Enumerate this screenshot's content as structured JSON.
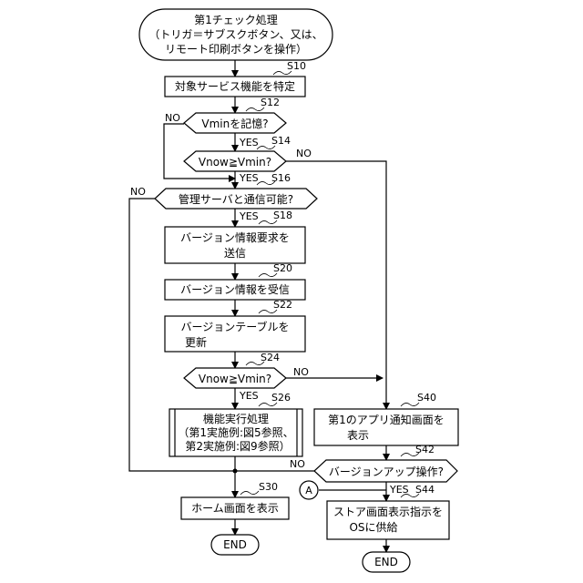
{
  "start": {
    "title": "第1チェック処理",
    "line2": "（トリガ＝サブスクボタン、又は、",
    "line3": "リモート印刷ボタンを操作）"
  },
  "steps": {
    "s10": {
      "id": "S10",
      "text": "対象サービス機能を特定"
    },
    "s12": {
      "id": "S12",
      "text": "Vminを記憶?"
    },
    "s14": {
      "id": "S14",
      "text": "Vnow≧Vmin?"
    },
    "s16": {
      "id": "S16",
      "text": "管理サーバと通信可能?"
    },
    "s18": {
      "id": "S18",
      "line1": "バージョン情報要求を",
      "line2": "送信"
    },
    "s20": {
      "id": "S20",
      "text": "バージョン情報を受信"
    },
    "s22": {
      "id": "S22",
      "line1": "バージョンテーブルを",
      "line2": "更新"
    },
    "s24": {
      "id": "S24",
      "text": "Vnow≧Vmin?"
    },
    "s26": {
      "id": "S26",
      "line1": "機能実行処理",
      "line2": "（第1実施例:図5参照、",
      "line3": "第2実施例:図9参照）"
    },
    "s30": {
      "id": "S30",
      "text": "ホーム画面を表示"
    },
    "s40": {
      "id": "S40",
      "line1": "第1のアプリ通知画面を",
      "line2": "表示"
    },
    "s42": {
      "id": "S42",
      "text": "バージョンアップ操作?"
    },
    "s44": {
      "id": "S44",
      "line1": "ストア画面表示指示を",
      "line2": "OSに供給"
    }
  },
  "labels": {
    "yes": "YES",
    "no": "NO"
  },
  "connector": "A",
  "end_label": "END"
}
